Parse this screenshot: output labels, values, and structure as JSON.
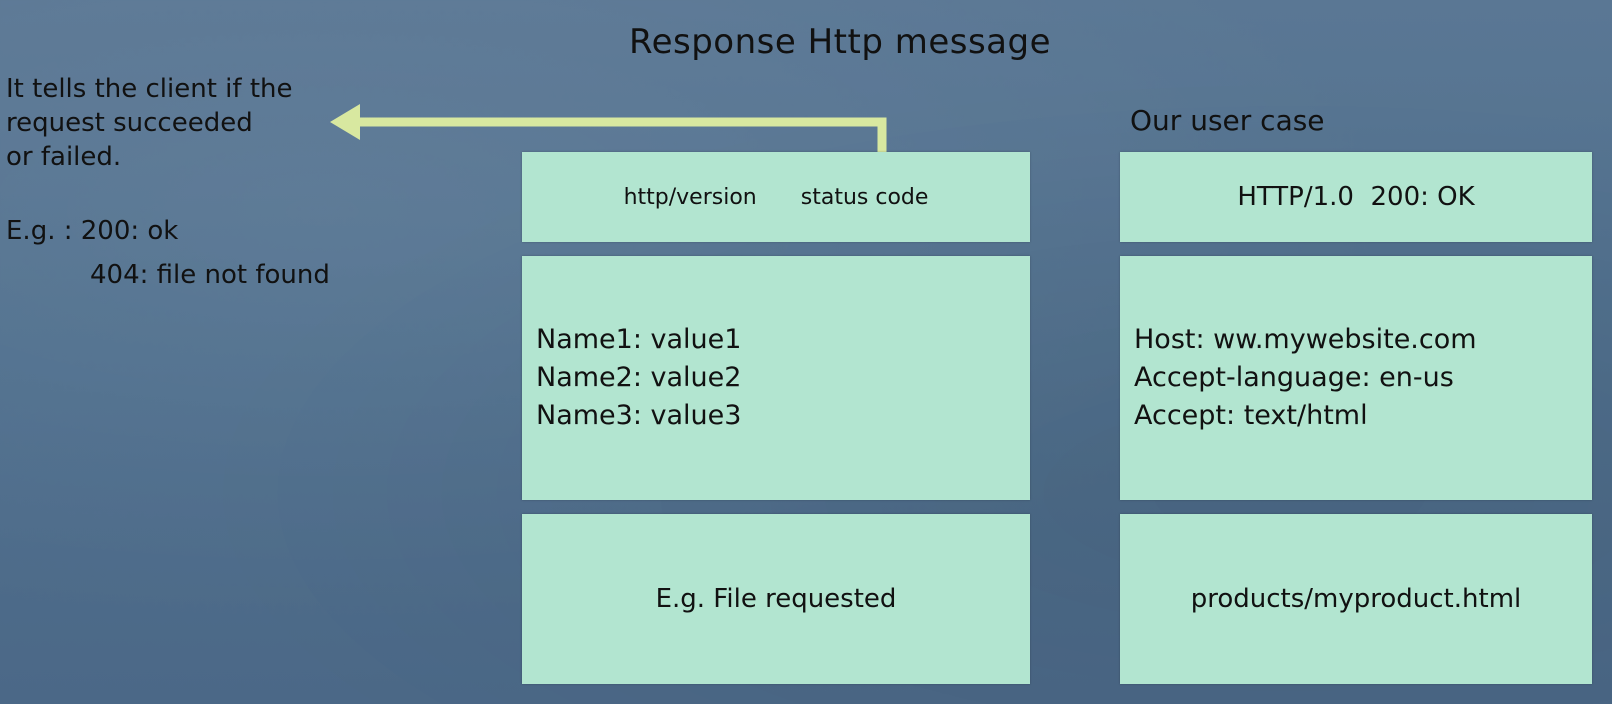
{
  "title": "Response Http message",
  "note": {
    "text": "It tells the client if the\nrequest succeeded\nor failed.",
    "example_1": "E.g. :  200: ok",
    "example_2": "404: file not found"
  },
  "left_column": {
    "status_line": {
      "part1": "http/version",
      "part2": "status code"
    },
    "headers": [
      "Name1: value1",
      "Name2: value2",
      "Name3: value3"
    ],
    "body": "E.g. File requested"
  },
  "right_column": {
    "label": "Our user case",
    "status_line": "HTTP/1.0  200: OK",
    "headers": [
      "Host: ww.mywebsite.com",
      "Accept-language: en-us",
      "Accept: text/html"
    ],
    "body": "products/myproduct.html"
  },
  "colors": {
    "box_fill": "#b2e5d0",
    "arrow": "#d8e8a0",
    "background": "#53708e"
  }
}
